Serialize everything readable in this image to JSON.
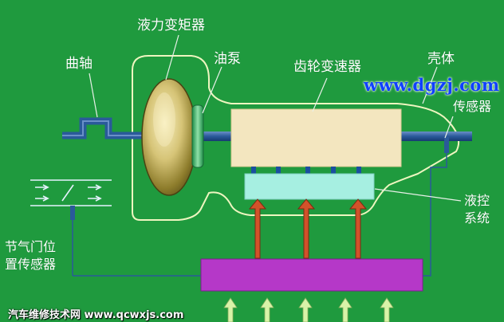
{
  "labels": {
    "torque_converter": "液力变矩器",
    "crankshaft": "曲轴",
    "oil_pump": "油泵",
    "gearbox": "齿轮变速器",
    "housing": "壳体",
    "output_sensor": "传感器",
    "hydraulic_line1": "液控",
    "hydraulic_line2": "系统",
    "throttle_line1": "节气门位",
    "throttle_line2": "置传感器"
  },
  "watermarks": {
    "top": "www.dgzj.com",
    "bottom": "汽车维修技术网 www.qcwxjs.com"
  },
  "colors": {
    "background": "#1f9a3e",
    "shaft": "#2a5a9a",
    "gearbox": "#f3e6bf",
    "hydraulic_unit": "#a6efe1",
    "control_unit": "#b538c8",
    "arrow_red": "#d2522a",
    "arrow_green": "#d8f3a8"
  }
}
